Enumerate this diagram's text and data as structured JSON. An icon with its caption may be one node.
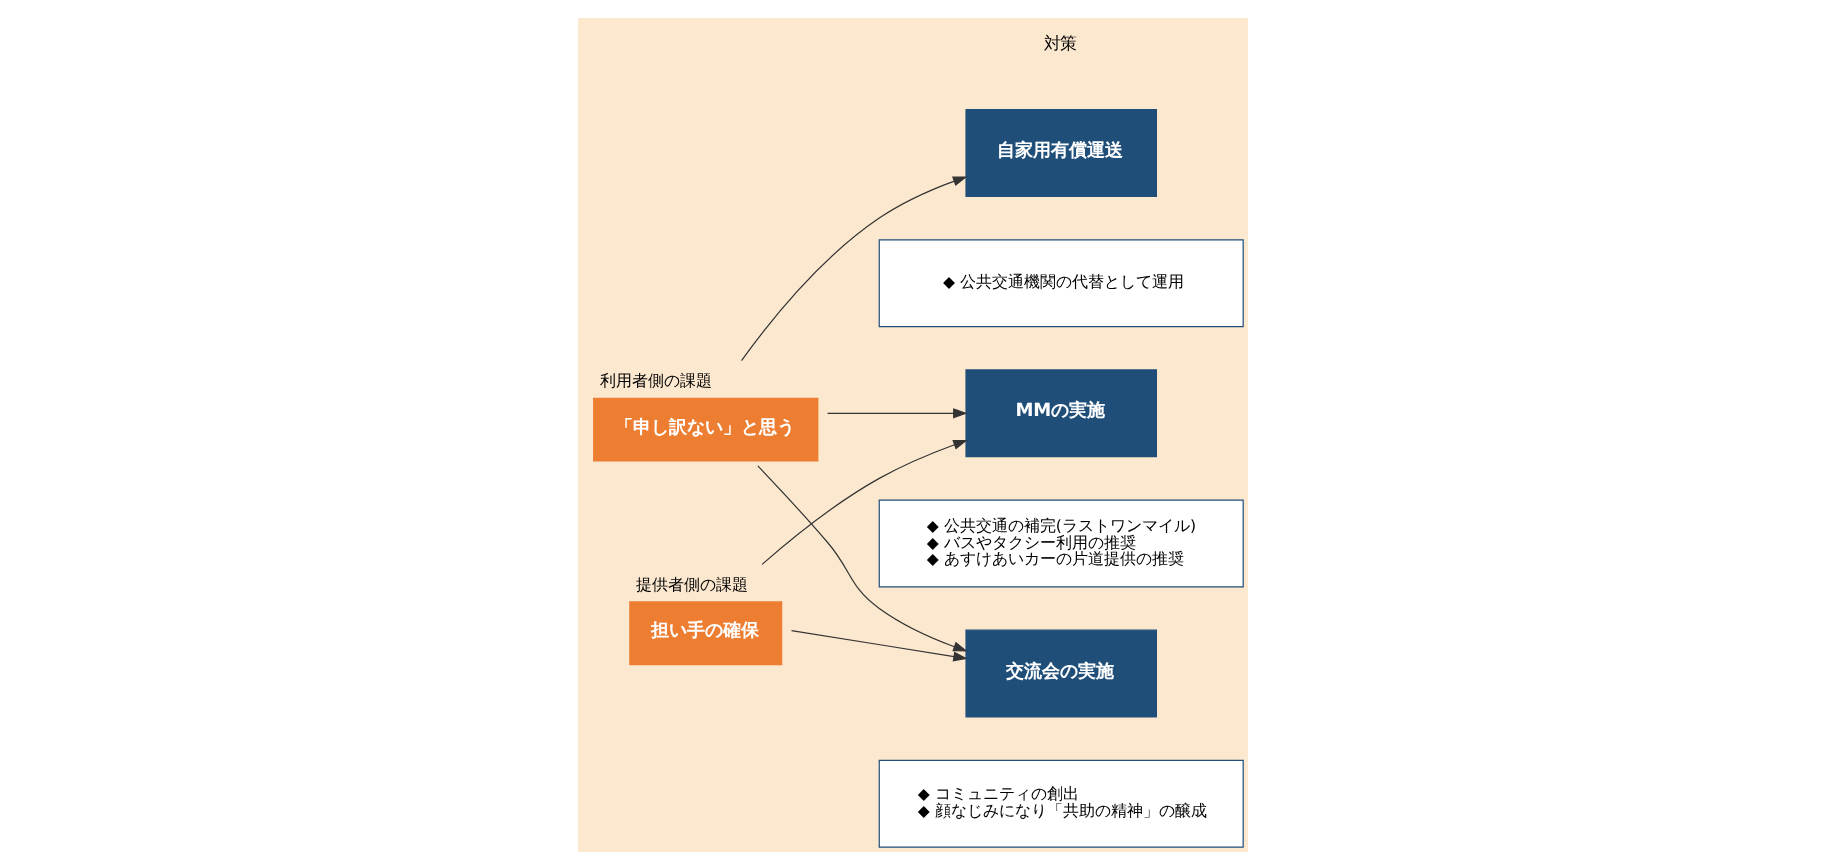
{
  "diagram": {
    "nodes": [
      {
        "text": [
          "利用者側の課題",
          "「申し訳ない」と思う"
        ]
      },
      {
        "text": [
          "提供者側の課題",
          "担い手の確保"
        ]
      },
      {
        "text": [
          "自家用有償運送"
        ]
      },
      {
        "text": [
          "◆ 公共交通機関の代替として運用"
        ]
      },
      {
        "text": [
          "MMの実施"
        ]
      },
      {
        "text": [
          "◆ 公共交通の補完(ラストワンマイル)",
          "◆ バスやタクシー利用の推奨",
          "◆ あすけあいカーの片道提供の推奨"
        ]
      },
      {
        "text": [
          "交流会の実施"
        ]
      },
      {
        "text": [
          "◆ コミュニティの創出",
          "◆ 顔なじみになり「共助の精神」の醸成"
        ]
      }
    ],
    "edges": [
      {
        "from": 0,
        "to": 2,
        "arrow": "to"
      },
      {
        "from": 0,
        "to": 4,
        "arrow": "to"
      },
      {
        "from": 0,
        "to": 6,
        "arrow": "to"
      },
      {
        "from": 1,
        "to": 4,
        "arrow": "to"
      },
      {
        "from": 1,
        "to": 6,
        "arrow": "to"
      }
    ],
    "labels": [
      "対策"
    ]
  }
}
